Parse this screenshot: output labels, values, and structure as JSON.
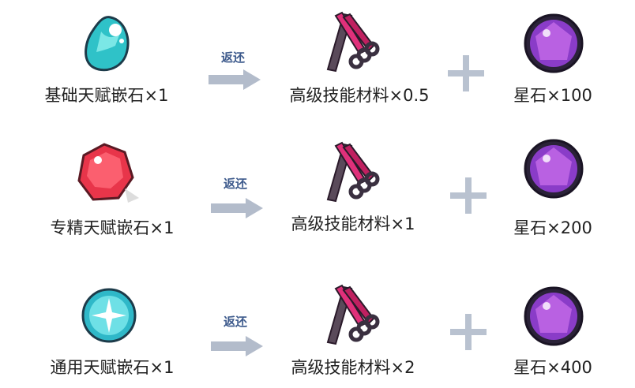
{
  "return_label": "返还",
  "rows": [
    {
      "source": "基础天赋嵌石×1",
      "source_icon": "teal-gem-icon",
      "material": "高级技能材料×0.5",
      "stars": "星石×100"
    },
    {
      "source": "专精天赋嵌石×1",
      "source_icon": "red-gem-icon",
      "material": "高级技能材料×1",
      "stars": "星石×200"
    },
    {
      "source": "通用天赋嵌石×1",
      "source_icon": "round-teal-gem-icon",
      "material": "高级技能材料×2",
      "stars": "星石×400"
    }
  ],
  "colors": {
    "return_text": "#3d5a8c",
    "arrow": "#b3bccb",
    "plus": "#b9c2d0"
  }
}
